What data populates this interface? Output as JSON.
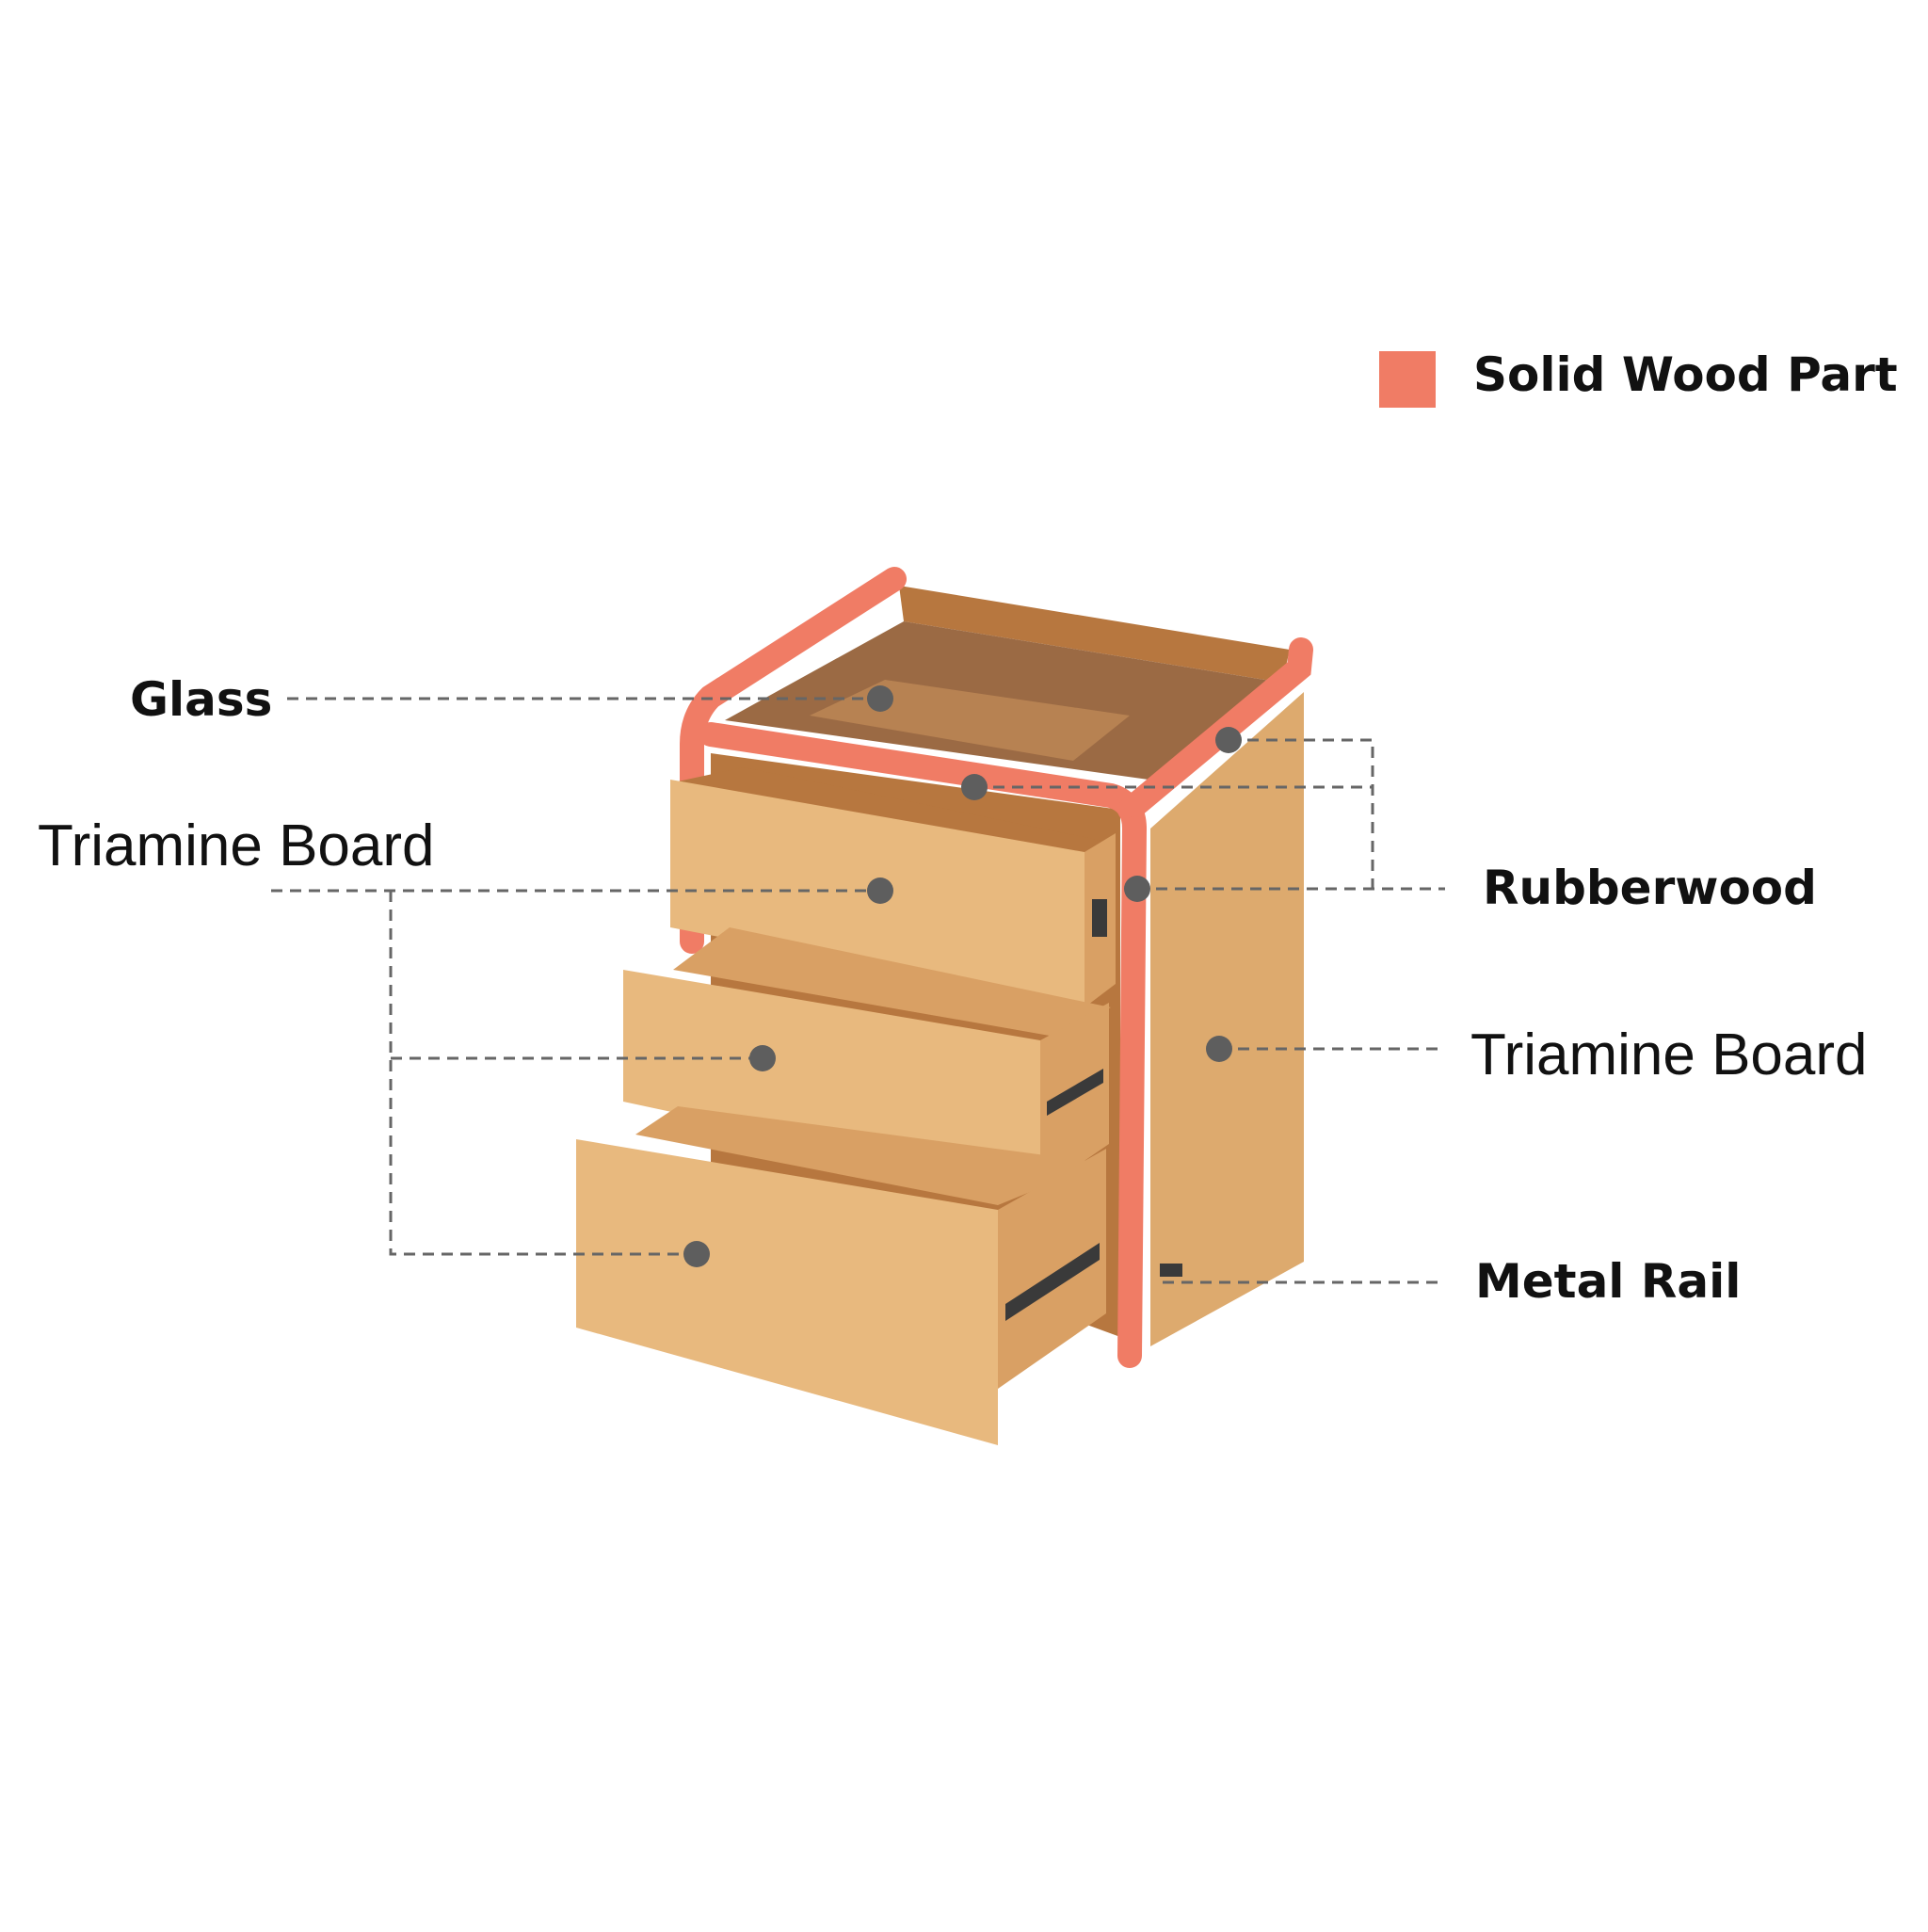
{
  "colors": {
    "solid_wood": "#F07C65",
    "wood_light": "#E8B97E",
    "wood_mid": "#D9A064",
    "wood_dark": "#B7773F",
    "wood_side": "#DDAA6E",
    "glass": "#9B6A44",
    "leader": "#666666",
    "dot": "#5E5E5E",
    "rail": "#3A3A3A",
    "text": "#111111"
  },
  "legend": {
    "label": "Solid Wood Part",
    "swatch_color": "#F07C65"
  },
  "labels": {
    "glass": "Glass",
    "triamine_left": "Triamine Board",
    "rubberwood": "Rubberwood",
    "triamine_right": "Triamine Board",
    "metal_rail": "Metal Rail"
  }
}
